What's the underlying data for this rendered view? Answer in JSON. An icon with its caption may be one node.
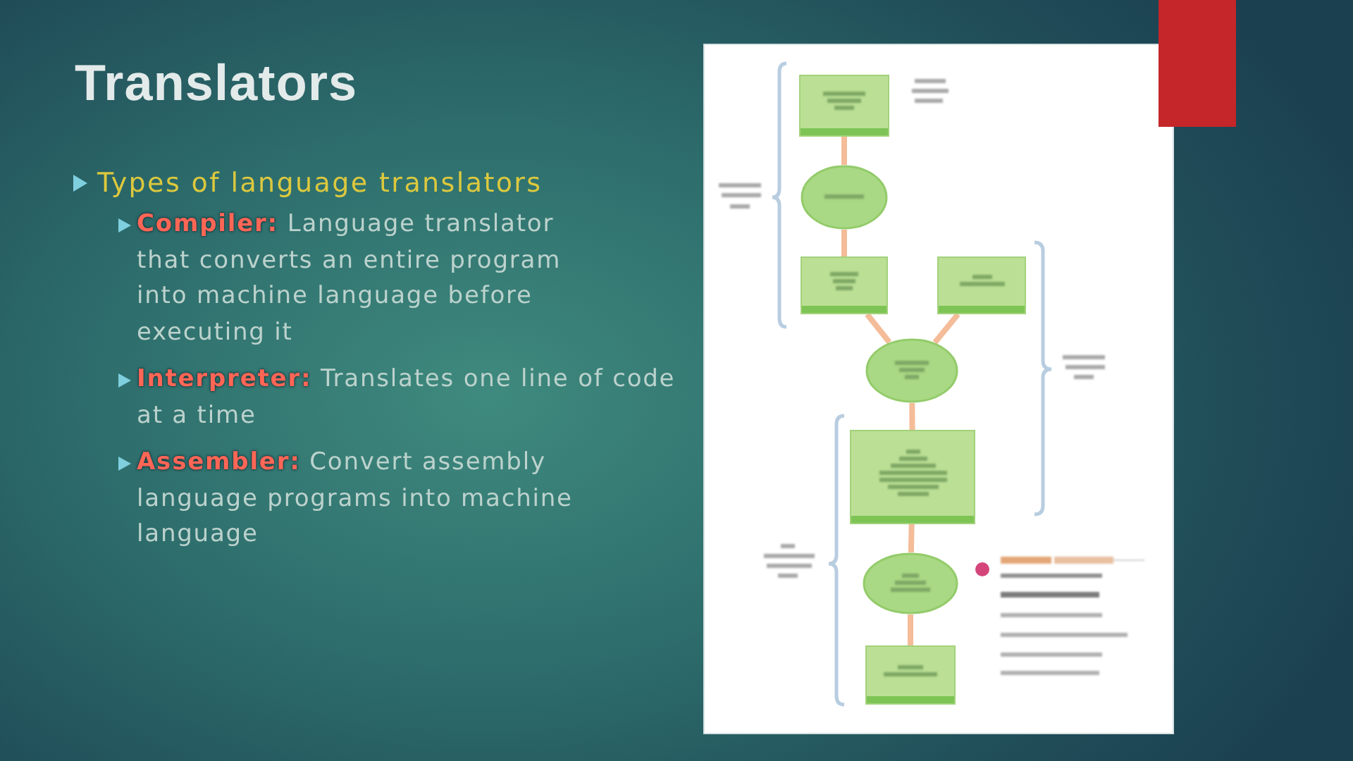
{
  "diagram": {
    "title": "Translators",
    "nodes": [
      {
        "text": [],
        "shape": "box"
      },
      {
        "text": [],
        "shape": "ellipse"
      },
      {
        "text": [],
        "shape": "box"
      },
      {
        "text": [],
        "shape": "box"
      },
      {
        "text": [],
        "shape": "ellipse"
      },
      {
        "text": [],
        "shape": "box"
      },
      {
        "text": [],
        "shape": "ellipse"
      },
      {
        "text": [],
        "shape": "box"
      }
    ],
    "edges": [
      {
        "from": 0,
        "to": 1,
        "arrow": "none"
      },
      {
        "from": 1,
        "to": 2,
        "arrow": "none"
      },
      {
        "from": 2,
        "to": 4,
        "arrow": "none"
      },
      {
        "from": 3,
        "to": 4,
        "arrow": "none"
      },
      {
        "from": 4,
        "to": 5,
        "arrow": "none"
      },
      {
        "from": 5,
        "to": 6,
        "arrow": "none"
      },
      {
        "from": 6,
        "to": 7,
        "arrow": "none"
      }
    ],
    "labels": [
      "Types of language translators",
      "**Compiler:** Language translator that converts an entire program into machine language before executing it",
      "**Interpreter:** Translates one line of code at a time",
      "**Assembler:** Convert assembly language programs into machine language"
    ]
  }
}
